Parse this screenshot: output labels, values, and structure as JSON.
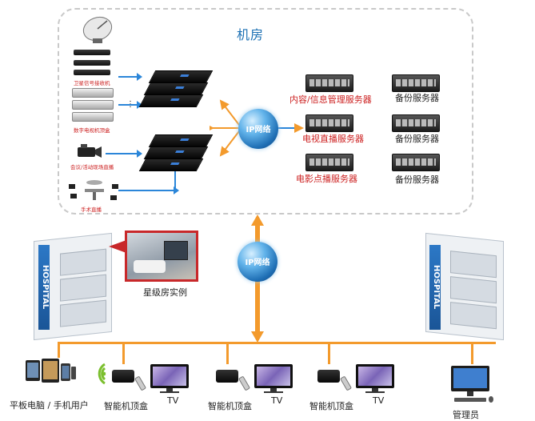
{
  "machine_room": {
    "title": "机房",
    "inputs": {
      "satellite_label": "卫星信号接收机",
      "digital_tv_label": "数字电视机顶盒",
      "meeting_label": "会议/活动现场直播",
      "surgery_label": "手术直播",
      "dots": "⋮"
    },
    "network_label": "IP网络",
    "servers": [
      {
        "name": "内容/信息管理服务器",
        "backup": "备份服务器"
      },
      {
        "name": "电视直播服务器",
        "backup": "备份服务器"
      },
      {
        "name": "电影点播服务器",
        "backup": "备份服务器"
      }
    ]
  },
  "hospital": {
    "sign_text": "HOSPITAL",
    "photo_caption": "星级房实例"
  },
  "uplink_network_label": "IP网络",
  "endpoints": {
    "tablet_label": "平板电脑 / 手机用户",
    "stb_label": "智能机顶盒",
    "tv_label": "TV",
    "admin_label": "管理员"
  },
  "colors": {
    "accent_blue": "#2b86d9",
    "bus_orange": "#f39a2c",
    "server_red": "#cc1f1f",
    "photo_frame": "#c8282a"
  }
}
